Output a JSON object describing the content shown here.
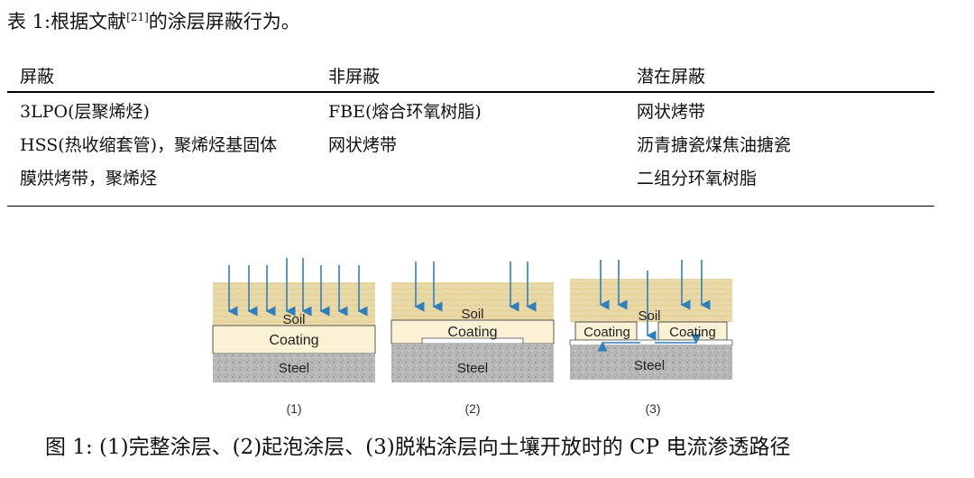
{
  "table": {
    "caption_main": "表 1:根据文献",
    "caption_ref": "[21]",
    "caption_tail": "的涂层屏蔽行为。",
    "headers": [
      "屏蔽",
      "非屏蔽",
      "潜在屏蔽"
    ],
    "rows": [
      [
        "3LPO(层聚烯烃)",
        "FBE(熔合环氧树脂)",
        "网状烤带"
      ],
      [
        "HSS(热收缩套管)，聚烯烃基固体",
        "网状烤带",
        "沥青搪瓷煤焦油搪瓷"
      ],
      [
        "膜烘烤带，聚烯烃",
        "",
        "二组分环氧树脂"
      ]
    ]
  },
  "figure": {
    "panels": [
      {
        "label": "(1)",
        "soil": "Soil",
        "coating": "Coating",
        "steel": "Steel"
      },
      {
        "label": "(2)",
        "soil": "Soil",
        "coating": "Coating",
        "steel": "Steel"
      },
      {
        "label": "(3)",
        "soil": "Soil",
        "coating_left": "Coating",
        "coating_right": "Coating",
        "steel": "Steel"
      }
    ],
    "caption": "图 1: (1)完整涂层、(2)起泡涂层、(3)脱粘涂层向土壤开放时的 CP 电流渗透路径"
  },
  "colors": {
    "soil": "#ead9a8",
    "coating": "#fbf2d6",
    "steel": "#b7b7b7",
    "arrow": "#2f7fbd"
  }
}
